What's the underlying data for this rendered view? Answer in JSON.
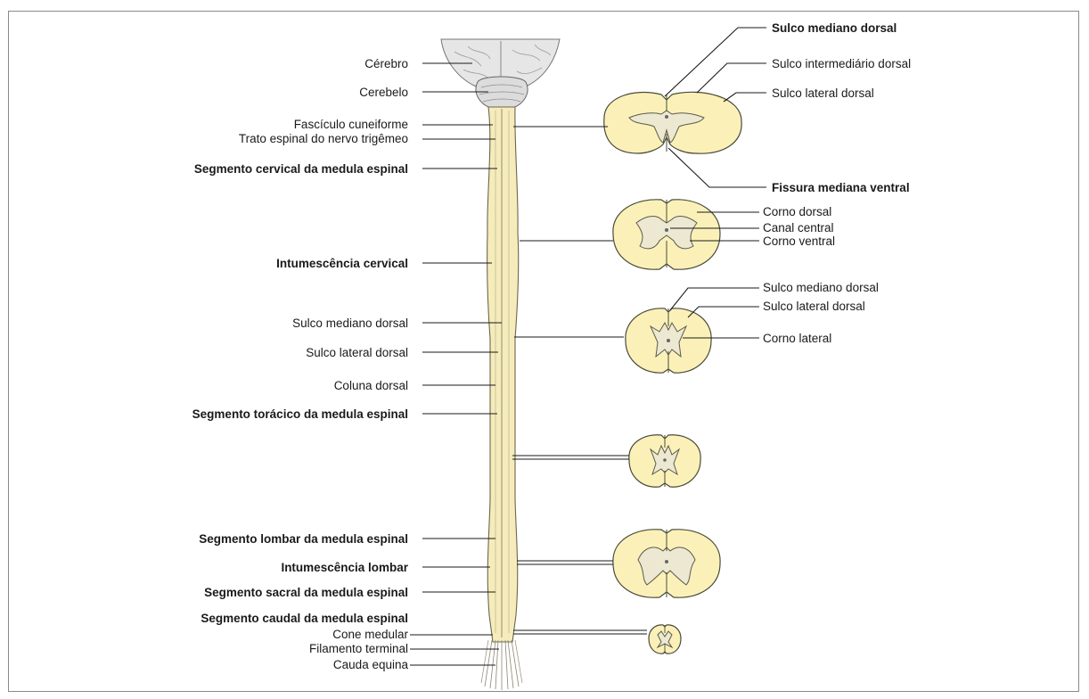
{
  "labels_left": [
    {
      "id": "cerebro",
      "text": "Cérebro",
      "bold": false
    },
    {
      "id": "cerebelo",
      "text": "Cerebelo",
      "bold": false
    },
    {
      "id": "fasciculo-cuneiforme",
      "text": "Fascículo cuneiforme",
      "bold": false
    },
    {
      "id": "trato-espinal-trigemeo",
      "text": "Trato espinal do nervo trigêmeo",
      "bold": false
    },
    {
      "id": "segmento-cervical",
      "text": "Segmento cervical da medula espinal",
      "bold": true
    },
    {
      "id": "intumescencia-cervical",
      "text": "Intumescência cervical",
      "bold": true
    },
    {
      "id": "sulco-mediano-dorsal-left",
      "text": "Sulco mediano dorsal",
      "bold": false
    },
    {
      "id": "sulco-lateral-dorsal-left",
      "text": "Sulco lateral dorsal",
      "bold": false
    },
    {
      "id": "coluna-dorsal",
      "text": "Coluna dorsal",
      "bold": false
    },
    {
      "id": "segmento-toracico",
      "text": "Segmento torácico da medula espinal",
      "bold": true
    },
    {
      "id": "segmento-lombar",
      "text": "Segmento lombar da medula espinal",
      "bold": true
    },
    {
      "id": "intumescencia-lombar",
      "text": "Intumescência lombar",
      "bold": true
    },
    {
      "id": "segmento-sacral",
      "text": "Segmento sacral da medula espinal",
      "bold": true
    },
    {
      "id": "segmento-caudal",
      "text": "Segmento caudal da medula espinal",
      "bold": true
    },
    {
      "id": "cone-medular",
      "text": "Cone medular",
      "bold": false
    },
    {
      "id": "filamento-terminal",
      "text": "Filamento terminal",
      "bold": false
    },
    {
      "id": "cauda-equina",
      "text": "Cauda equina",
      "bold": false
    }
  ],
  "labels_right": [
    {
      "id": "sulco-mediano-dorsal-top",
      "text": "Sulco mediano dorsal",
      "bold": true
    },
    {
      "id": "sulco-intermediario-dorsal",
      "text": "Sulco intermediário dorsal",
      "bold": false
    },
    {
      "id": "sulco-lateral-dorsal-top",
      "text": "Sulco lateral dorsal",
      "bold": false
    },
    {
      "id": "fissura-mediana-ventral",
      "text": "Fissura mediana ventral",
      "bold": true
    },
    {
      "id": "corno-dorsal",
      "text": "Corno dorsal",
      "bold": false
    },
    {
      "id": "canal-central",
      "text": "Canal central",
      "bold": false
    },
    {
      "id": "corno-ventral",
      "text": "Corno ventral",
      "bold": false
    },
    {
      "id": "sulco-mediano-dorsal-mid",
      "text": "Sulco mediano dorsal",
      "bold": false
    },
    {
      "id": "sulco-lateral-dorsal-mid",
      "text": "Sulco lateral dorsal",
      "bold": false
    },
    {
      "id": "corno-lateral",
      "text": "Corno lateral",
      "bold": false
    }
  ],
  "colors": {
    "white_matter": "#fbf1b8",
    "gray_matter": "#ece8d2",
    "brain": "#e6e6e6",
    "lines": "#1a1a1a"
  }
}
